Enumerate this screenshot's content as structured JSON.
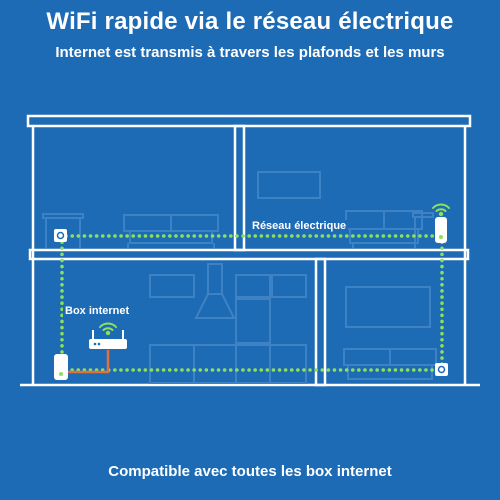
{
  "header": {
    "title": "WiFi rapide via le réseau électrique",
    "subtitle": "Internet est transmis à travers les plafonds et les murs"
  },
  "labels": {
    "electrical_network": "Réseau électrique",
    "internet_box": "Box internet"
  },
  "footer": {
    "text": "Compatible avec toutes les box internet"
  },
  "colors": {
    "background": "#1d6bb5",
    "line": "#ffffff",
    "furniture": "#3d82c4",
    "network": "#8ee05a",
    "ethernet": "#e2703a"
  }
}
